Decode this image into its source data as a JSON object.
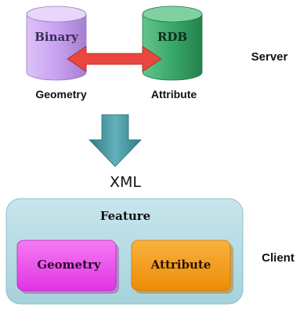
{
  "server": {
    "label": "Server",
    "binary_label": "Binary",
    "rdb_label": "RDB",
    "geometry_caption": "Geometry",
    "attribute_caption": "Attribute"
  },
  "transfer": {
    "format_label": "XML"
  },
  "client": {
    "label": "Client",
    "feature_label": "Feature",
    "geometry_label": "Geometry",
    "attribute_label": "Attribute"
  },
  "colors": {
    "binary_cylinder": "#c9a2f0",
    "rdb_cylinder": "#3aa86a",
    "double_arrow": "#e8463e",
    "down_arrow": "#4f9aa5",
    "feature_box": "#b3dbe3",
    "client_geometry": "#f04cf0",
    "client_attribute": "#f59a12"
  }
}
